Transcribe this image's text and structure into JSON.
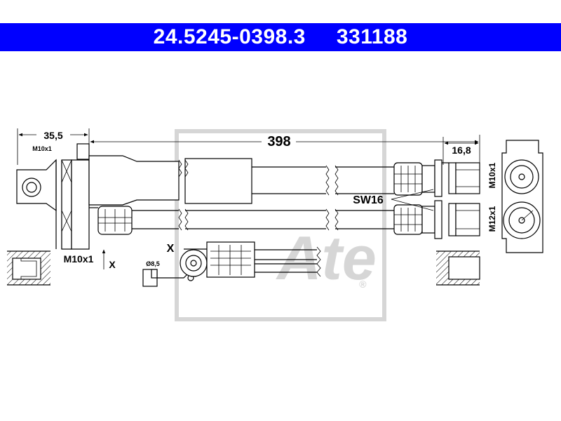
{
  "header": {
    "part_number": "24.5245-0398.3",
    "ref_number": "331188",
    "background_color": "#0000ff",
    "text_color": "#ffffff"
  },
  "dimensions": {
    "left_offset": "35,5",
    "left_thread_top": "M10x1",
    "overall_length": "398",
    "right_offset": "16,8",
    "spanner_size": "SW16",
    "left_thread_bottom": "M10x1",
    "x_marker": "X",
    "hole_diameter": "Ø8,5",
    "right_thread_top": "M10x1",
    "right_thread_bottom": "M12x1"
  },
  "watermark": {
    "brand": "Ate",
    "registered_mark": "®"
  }
}
